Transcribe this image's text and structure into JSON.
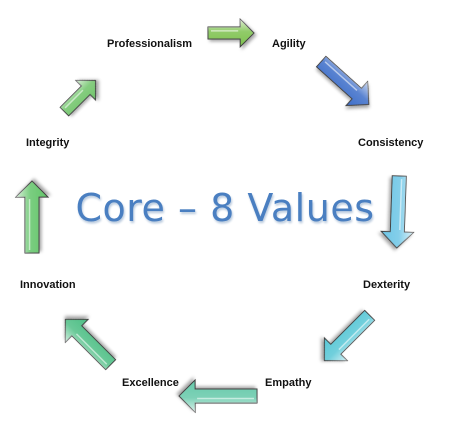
{
  "title": "Core – 8 Values",
  "values": [
    {
      "label": "Professionalism"
    },
    {
      "label": "Agility"
    },
    {
      "label": "Consistency"
    },
    {
      "label": "Dexterity"
    },
    {
      "label": "Empathy"
    },
    {
      "label": "Excellence"
    },
    {
      "label": "Innovation"
    },
    {
      "label": "Integrity"
    }
  ],
  "colors": {
    "title": "#4a7fc1",
    "title_shadow": "#b8c9dd",
    "arrows": [
      "#7ec24f",
      "#3d6ec9",
      "#6ec6e6",
      "#58c7d6",
      "#66c9aa",
      "#4fbf86",
      "#63c56a",
      "#70c46a"
    ]
  }
}
